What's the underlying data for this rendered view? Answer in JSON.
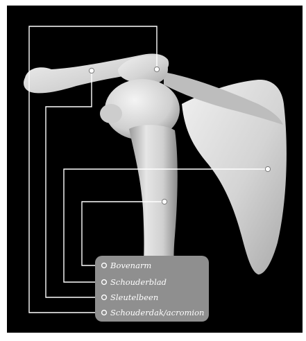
{
  "legend": {
    "items": [
      {
        "id": "upper-arm",
        "label": "Bovenarm"
      },
      {
        "id": "shoulder-blade",
        "label": "Schouderblad"
      },
      {
        "id": "collarbone",
        "label": "Sleutelbeen"
      },
      {
        "id": "acromion",
        "label": "Schouderdak/acromion"
      }
    ]
  },
  "colors": {
    "background": "#000000",
    "bone": "#d9d9d9",
    "leader_line": "#ffffff",
    "legend_box": "#8f8f8f",
    "legend_text": "#ffffff"
  }
}
